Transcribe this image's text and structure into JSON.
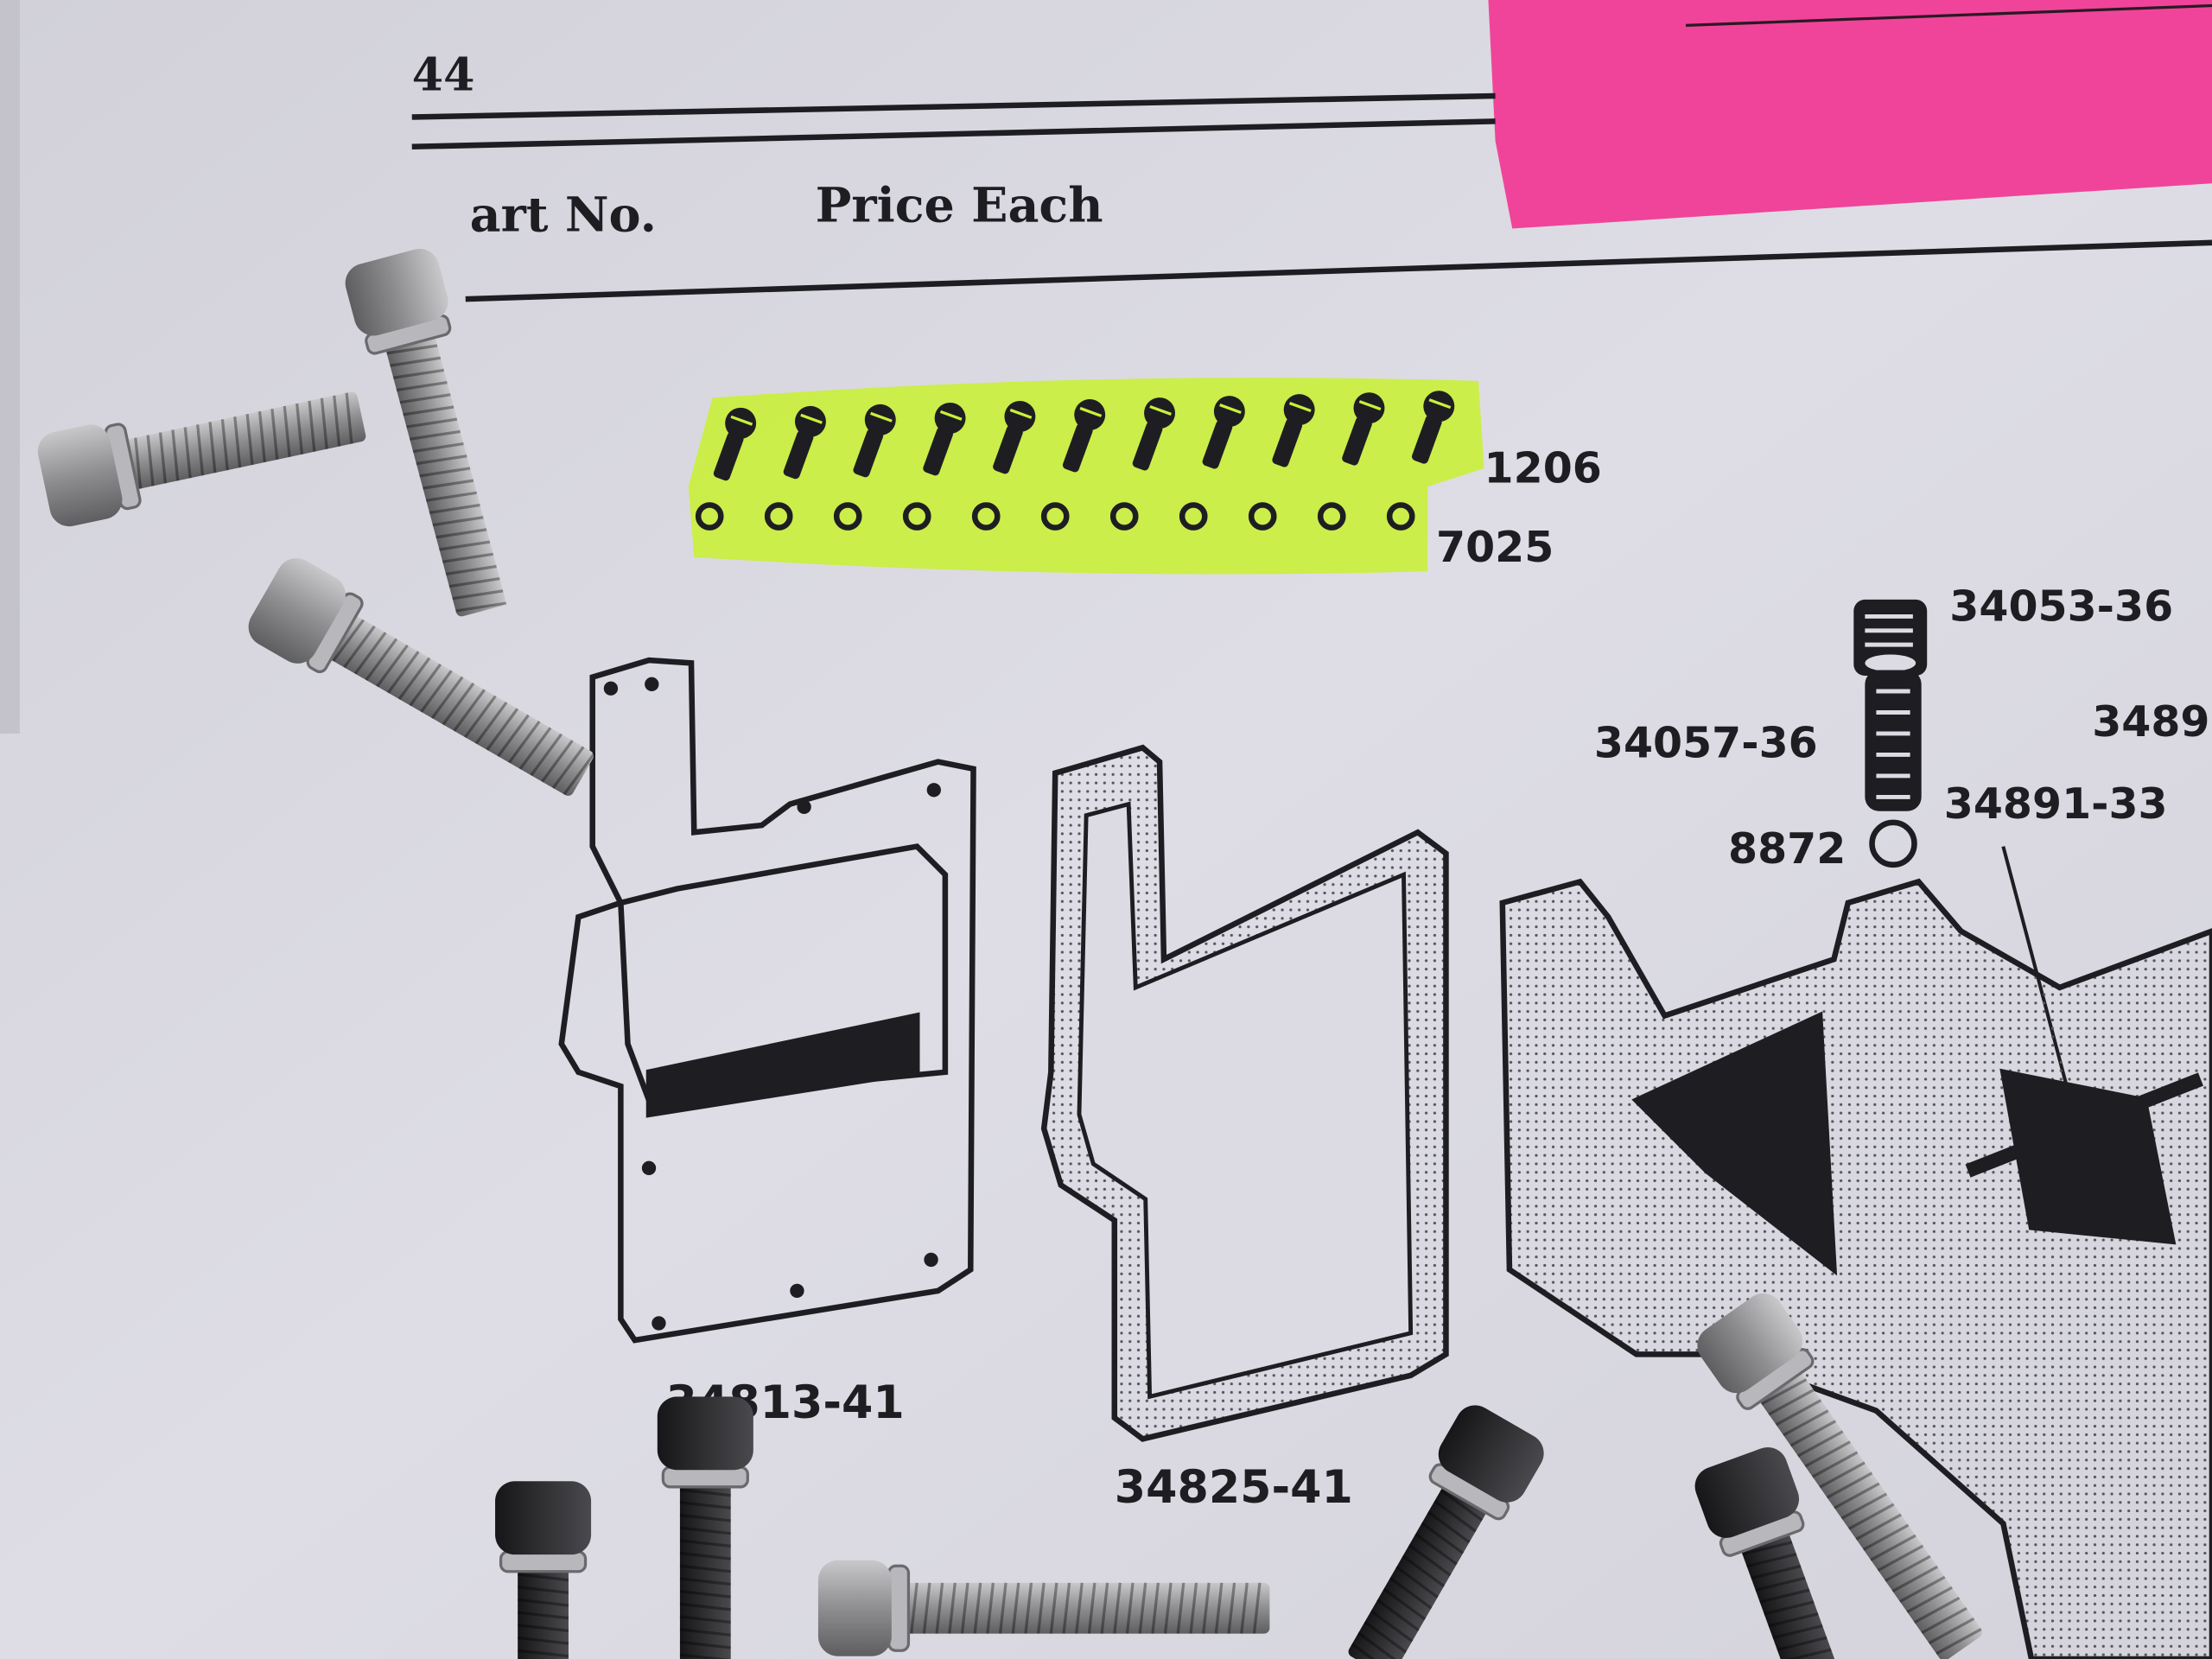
{
  "page": {
    "page_number": "44",
    "headers": {
      "part_no": "art No.",
      "price_each": "Price Each"
    }
  },
  "callouts": {
    "screw": "1206",
    "washer": "7025",
    "plug": "34053-36",
    "spring": "34057-36",
    "ball": "8872",
    "pin": "34891-33",
    "partial_right": "3489",
    "cover": "34813-41",
    "gasket": "34825-41"
  },
  "colors": {
    "paper": "#dcdbe3",
    "ink": "#1e1e22",
    "highlighter": "#c9f03a",
    "sticky_note": "#f0449a",
    "steel": "#9a9a9c",
    "black_oxide": "#26262a"
  }
}
